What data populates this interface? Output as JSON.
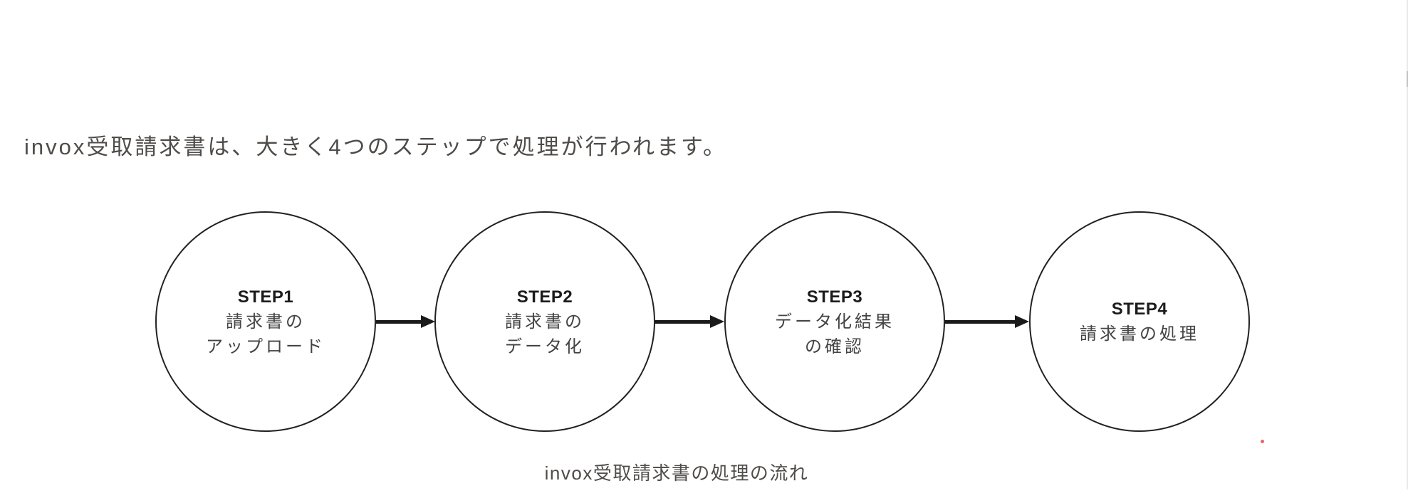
{
  "page": {
    "background_color": "#ffffff",
    "heading": "invox受取請求書は、大きく4つのステップで処理が行われます。",
    "caption": "invox受取請求書の処理の流れ",
    "text_color": "#4f4c49"
  },
  "diagram": {
    "type": "process-flow",
    "outline_color": "#212121",
    "arrow_color": "#1a1a1a",
    "steps": [
      {
        "label": "STEP1",
        "text": "請求書の\nアップロード"
      },
      {
        "label": "STEP2",
        "text": "請求書の\nデータ化"
      },
      {
        "label": "STEP3",
        "text": "データ化結果\nの確認"
      },
      {
        "label": "STEP4",
        "text": "請求書の処理"
      }
    ]
  },
  "artifacts": {
    "red_marker_color": "#e14b4b"
  }
}
